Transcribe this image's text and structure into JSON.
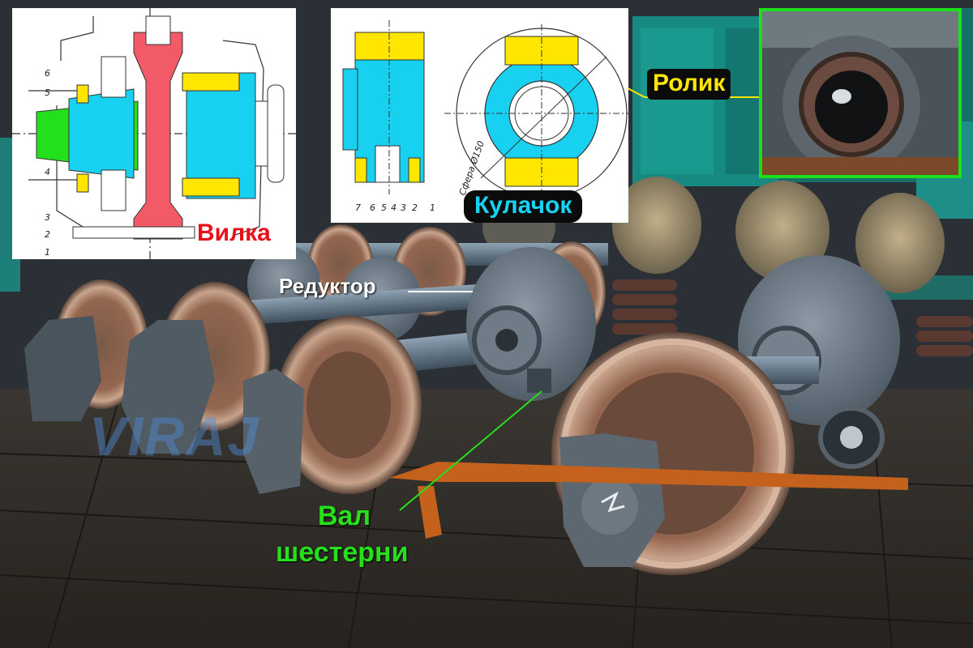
{
  "labels": {
    "vilka": "Вилка",
    "kulachok": "Кулачок",
    "rolik": "Ролик",
    "reduktor": "Редуктор",
    "val": "Вал",
    "shesterni": "шестерни"
  },
  "drawing": {
    "left_numbers": [
      "6",
      "5",
      "4",
      "3",
      "2",
      "1"
    ],
    "mid_numbers": [
      "7",
      "6",
      "5",
      "4",
      "3",
      "2",
      "1"
    ],
    "sphere_label": "Сфера Ø150"
  },
  "watermark": "VIRAJ",
  "colors": {
    "vilka": "#e8101a",
    "kulachok": "#15d4f2",
    "rolik": "#ffe600",
    "shaft": "#26e01a",
    "reduktor": "#ffffff"
  }
}
